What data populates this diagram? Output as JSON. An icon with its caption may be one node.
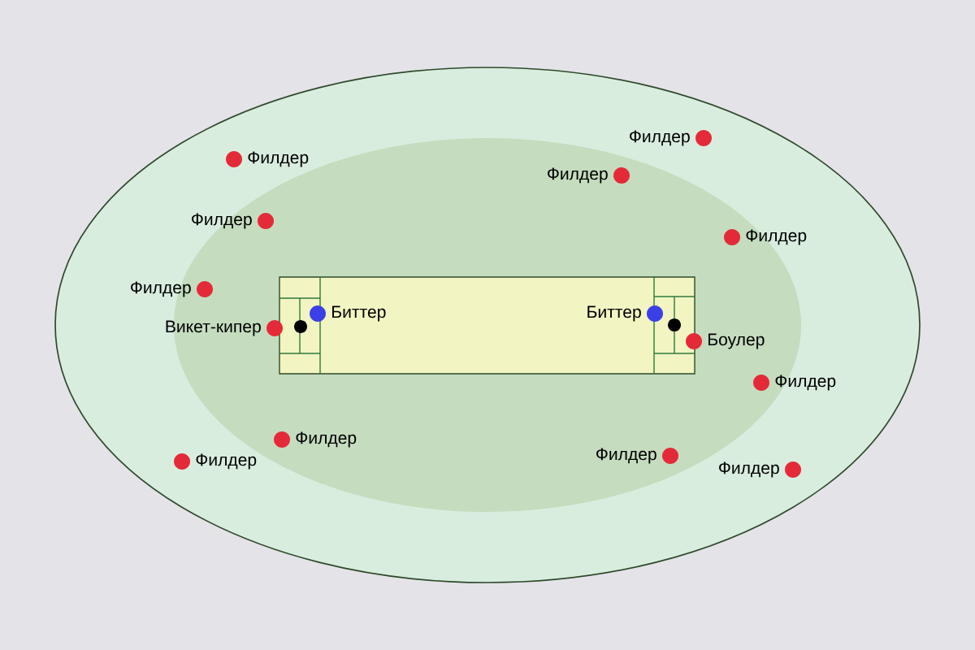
{
  "diagram": {
    "labels": [
      "Филдер",
      "Филдер",
      "Филдер",
      "Филдер",
      "Филдер",
      "Филдер",
      "Биттер",
      "Биттер",
      "Викет-кипер",
      "Боулер",
      "Филдер",
      "Филдер",
      "Филдер",
      "Филдер",
      "Филдер"
    ]
  }
}
